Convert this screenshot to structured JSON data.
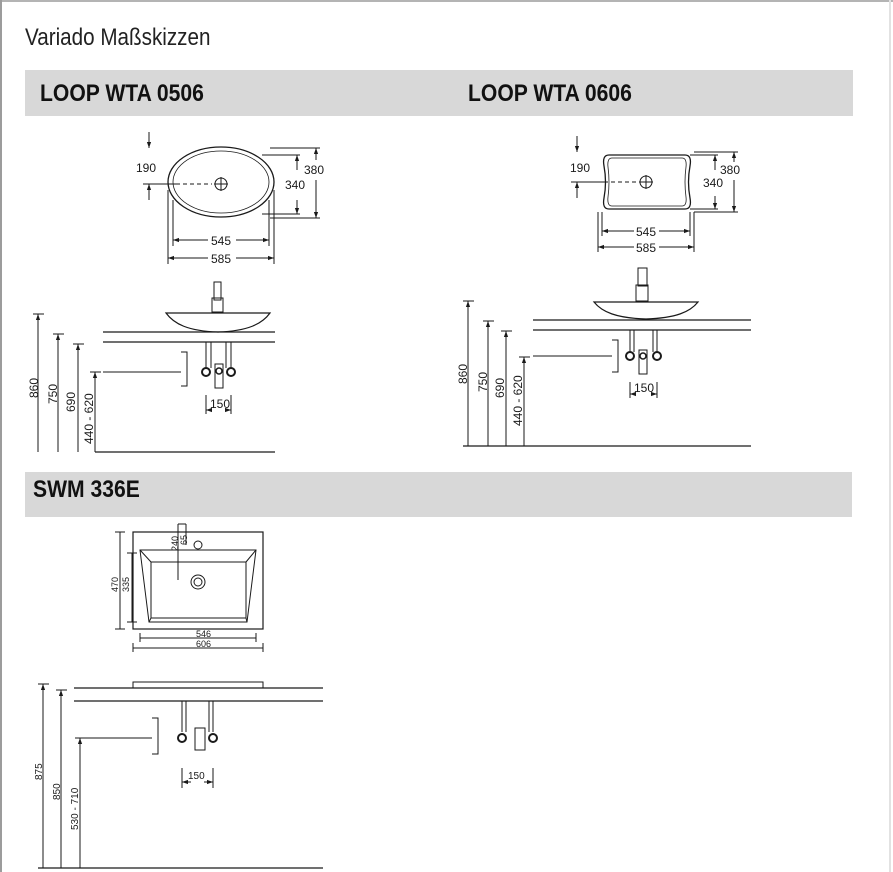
{
  "document": {
    "title": "Variado Maßskizzen"
  },
  "sections": {
    "loop_0506": {
      "title": "LOOP WTA 0506",
      "top_view": {
        "dim_190": "190",
        "dim_380": "380",
        "dim_340": "340",
        "dim_545": "545",
        "dim_585": "585"
      },
      "side_view": {
        "dim_860": "860",
        "dim_750": "750",
        "dim_690": "690",
        "dim_440_620": "440 - 620",
        "dim_150": "150"
      }
    },
    "loop_0606": {
      "title": "LOOP WTA 0606",
      "top_view": {
        "dim_190": "190",
        "dim_380": "380",
        "dim_340": "340",
        "dim_545": "545",
        "dim_585": "585"
      },
      "side_view": {
        "dim_860": "860",
        "dim_750": "750",
        "dim_690": "690",
        "dim_440_620": "440 - 620",
        "dim_150": "150"
      }
    },
    "swm_336e": {
      "title": "SWM 336E",
      "top_view": {
        "dim_470": "470",
        "dim_335": "335",
        "dim_240": "240",
        "dim_65": "65",
        "dim_546": "546",
        "dim_606": "606"
      },
      "side_view": {
        "dim_875": "875",
        "dim_850": "850",
        "dim_530_710": "530 - 710",
        "dim_150": "150"
      }
    }
  }
}
